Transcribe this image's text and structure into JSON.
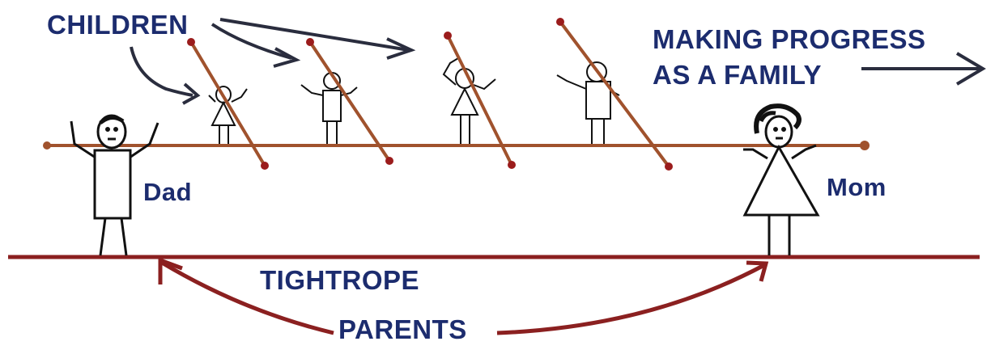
{
  "labels": {
    "children": "CHILDREN",
    "progress_line1": "MAKING PROGRESS",
    "progress_line2": "AS A FAMILY",
    "dad": "Dad",
    "mom": "Mom",
    "tightrope": "TIGHTROPE",
    "parents": "PARENTS"
  },
  "colors": {
    "text": "#1c2c6e",
    "arrow_dark": "#2a2d3e",
    "rope": "#8b2020",
    "pole": "#a0522d",
    "pole_end": "#9b1c1c",
    "figure": "#111111"
  }
}
